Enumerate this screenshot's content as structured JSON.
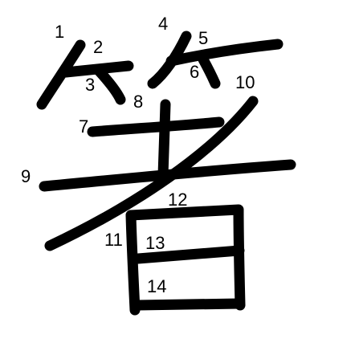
{
  "diagram": {
    "character": "箸",
    "stroke_color": "#000000",
    "background": "#ffffff",
    "strokes": [
      {
        "order": "1",
        "label": "1"
      },
      {
        "order": "2",
        "label": "2"
      },
      {
        "order": "3",
        "label": "3"
      },
      {
        "order": "4",
        "label": "4"
      },
      {
        "order": "5",
        "label": "5"
      },
      {
        "order": "6",
        "label": "6"
      },
      {
        "order": "7",
        "label": "7"
      },
      {
        "order": "8",
        "label": "8"
      },
      {
        "order": "9",
        "label": "9"
      },
      {
        "order": "10",
        "label": "10"
      },
      {
        "order": "11",
        "label": "11"
      },
      {
        "order": "12",
        "label": "12"
      },
      {
        "order": "13",
        "label": "13"
      },
      {
        "order": "14",
        "label": "14"
      }
    ]
  }
}
